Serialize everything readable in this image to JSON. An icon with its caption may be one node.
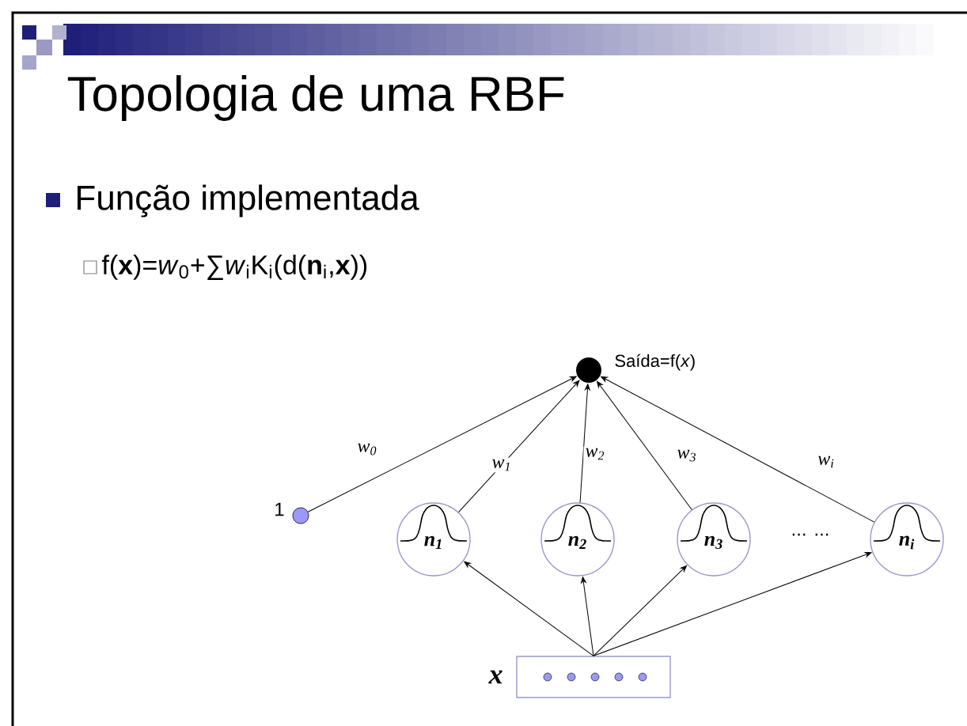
{
  "diagram": {
    "title": "Topologia de uma RBF",
    "nodes": [
      {
        "text": [],
        "shape": "circle",
        "beside": [
          "Saída=f(*x*)"
        ]
      },
      {
        "text": [],
        "shape": "circle",
        "beside": [
          "1"
        ]
      },
      {
        "text": [
          "n$_{1}$"
        ]
      },
      {
        "text": [
          "n$_{2}$"
        ]
      },
      {
        "text": [
          "n$_{3}$"
        ]
      },
      {
        "text": [
          "n$_{i}$"
        ]
      },
      {
        "text": [],
        "shape": "box",
        "beside": [
          "x"
        ]
      }
    ],
    "edges": [
      {
        "from": 1,
        "to": 0,
        "arrow": "to",
        "label": "w$_{0}$"
      },
      {
        "from": 2,
        "to": 0,
        "arrow": "to",
        "label": "w$_{1}$"
      },
      {
        "from": 3,
        "to": 0,
        "arrow": "to",
        "label": "w$_{2}$"
      },
      {
        "from": 4,
        "to": 0,
        "arrow": "to",
        "label": "w$_{3}$"
      },
      {
        "from": 5,
        "to": 0,
        "arrow": "to",
        "label": "w$_{i}$"
      },
      {
        "from": 6,
        "to": 2,
        "arrow": "to"
      },
      {
        "from": 6,
        "to": 3,
        "arrow": "to"
      },
      {
        "from": 6,
        "to": 4,
        "arrow": "to"
      },
      {
        "from": 6,
        "to": 5,
        "arrow": "to"
      }
    ],
    "labels": [
      "Função implementada",
      "f(**x**)=*w*$_{0}$+∑*w*$_{i}$K$_{i}$(d(**n**$_{i}$,**x**))",
      "... ..."
    ]
  }
}
